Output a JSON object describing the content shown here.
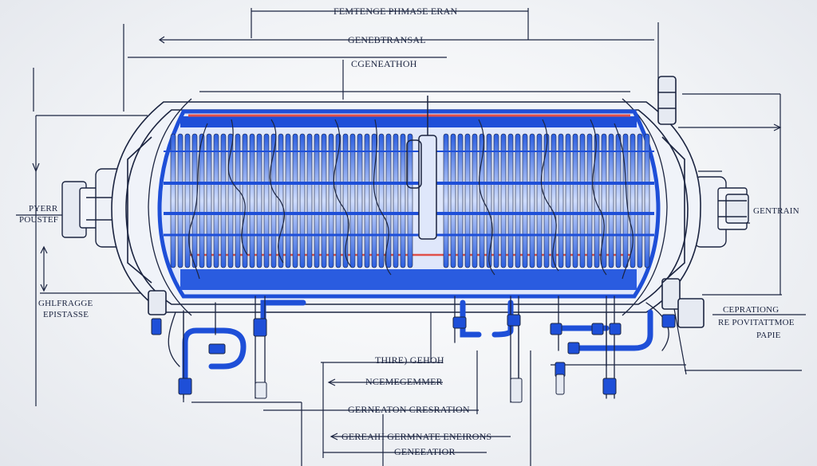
{
  "labels": {
    "top_title": "FEMTENGE PHMASE ERAN",
    "top_sub1": "GENEBTRANSAL",
    "top_sub2": "CGENEATHOH",
    "left_top_1": "PYERR",
    "left_top_2": "POUSTEF",
    "left_mid_1": "GHLFRAGGE",
    "left_mid_2": "EPISTASSE",
    "right_top": "GENTRAIN",
    "right_mid_1": "CEPRATIONG",
    "right_mid_2": "RE POVITATTMOE",
    "right_mid_3": "PAPIE",
    "bottom_1": "THIRE) GEHOH",
    "bottom_2": "NCEMEGEMMER",
    "bottom_3": "GERNEATON CRESRATION",
    "bottom_4": "GEREAIH GERMNATE ENEIRONS",
    "bottom_5": "GENEEATIOR"
  },
  "colors": {
    "ink": "#1b2440",
    "blue": "#1e4fd8",
    "light_blue": "#7fa2f0",
    "red": "#e0504a",
    "paper": "#f1f3f6"
  }
}
